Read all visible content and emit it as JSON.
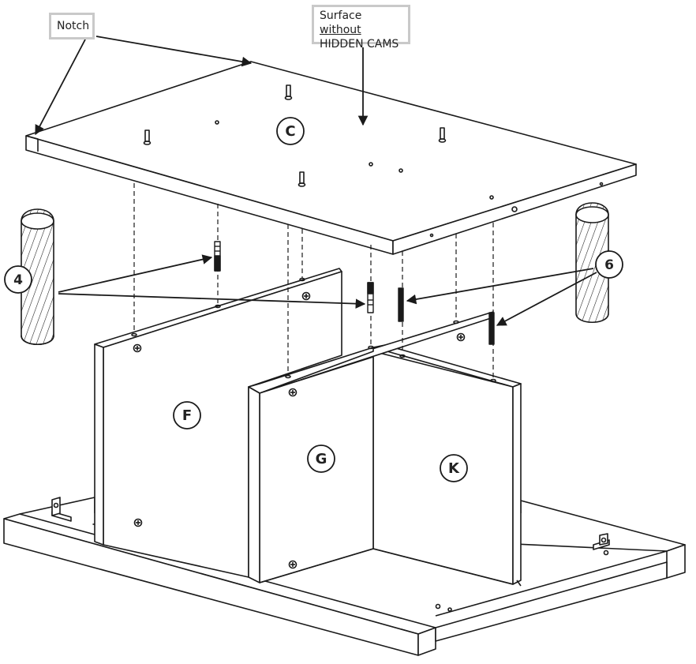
{
  "callouts": {
    "notch": "Notch",
    "surface_line1_a": "Surface ",
    "surface_line1_b": "without",
    "surface_line2": "HIDDEN CAMS"
  },
  "parts": {
    "C": "C",
    "F": "F",
    "G": "G",
    "K": "K"
  },
  "items": {
    "leg_item": "4",
    "dowel_item": "6"
  },
  "colors": {
    "line": "#1a1a1a",
    "callout_border": "#c9c9c9",
    "background": "#ffffff"
  }
}
